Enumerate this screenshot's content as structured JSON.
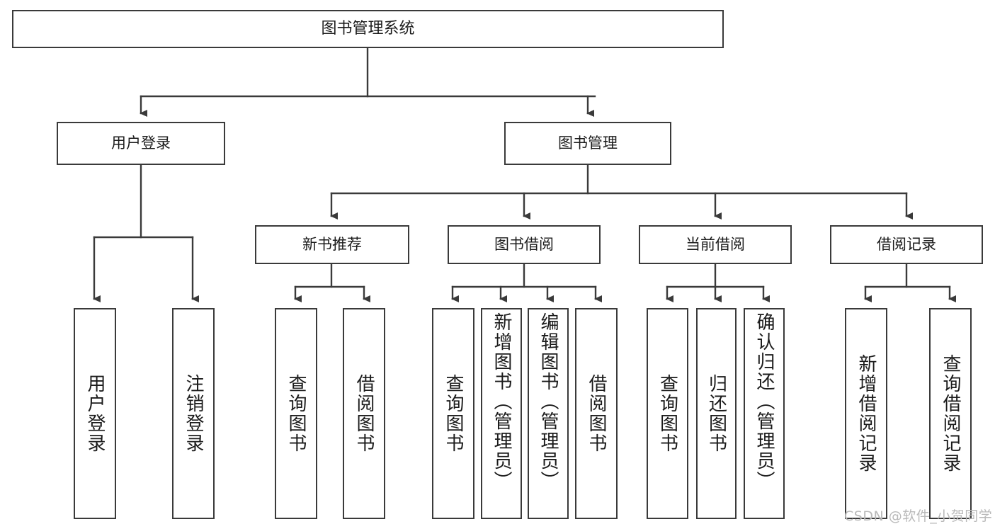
{
  "diagram": {
    "title": "图书管理系统",
    "watermark": "CSDN @软件_小贺同学",
    "colors": {
      "box_border": "#3a3a3a",
      "box_fill": "#ffffff",
      "line": "#3a3a3a",
      "text": "#1b1b1b",
      "watermark": "#b9b9b9"
    },
    "nodes": {
      "root": "图书管理系统",
      "level2": {
        "user_login": "用户登录",
        "book_manage": "图书管理"
      },
      "level3": {
        "new_book_rec": "新书推荐",
        "book_borrow": "图书借阅",
        "current_borrow": "当前借阅",
        "borrow_record": "借阅记录"
      },
      "leaves": {
        "user_login_1": "用户登录",
        "user_login_2": "注销登录",
        "new_book_rec_1": "查询图书",
        "new_book_rec_2": "借阅图书",
        "book_borrow_1": "查询图书",
        "book_borrow_2": "新增图书（管理员）",
        "book_borrow_3": "编辑图书（管理员）",
        "book_borrow_4": "借阅图书",
        "current_borrow_1": "查询图书",
        "current_borrow_2": "归还图书",
        "current_borrow_3": "确认归还（管理员）",
        "borrow_record_1": "新增借阅记录",
        "borrow_record_2": "查询借阅记录"
      }
    }
  },
  "chart_data": {
    "type": "diagram",
    "subtype": "tree",
    "title": "图书管理系统",
    "orientation": "top-down",
    "levels": 4,
    "tree": {
      "name": "图书管理系统",
      "children": [
        {
          "name": "用户登录",
          "children": [
            {
              "name": "用户登录"
            },
            {
              "name": "注销登录"
            }
          ]
        },
        {
          "name": "图书管理",
          "children": [
            {
              "name": "新书推荐",
              "children": [
                {
                  "name": "查询图书"
                },
                {
                  "name": "借阅图书"
                }
              ]
            },
            {
              "name": "图书借阅",
              "children": [
                {
                  "name": "查询图书"
                },
                {
                  "name": "新增图书（管理员）"
                },
                {
                  "name": "编辑图书（管理员）"
                },
                {
                  "name": "借阅图书"
                }
              ]
            },
            {
              "name": "当前借阅",
              "children": [
                {
                  "name": "查询图书"
                },
                {
                  "name": "归还图书"
                },
                {
                  "name": "确认归还（管理员）"
                }
              ]
            },
            {
              "name": "借阅记录",
              "children": [
                {
                  "name": "新增借阅记录"
                },
                {
                  "name": "查询借阅记录"
                }
              ]
            }
          ]
        }
      ]
    }
  }
}
